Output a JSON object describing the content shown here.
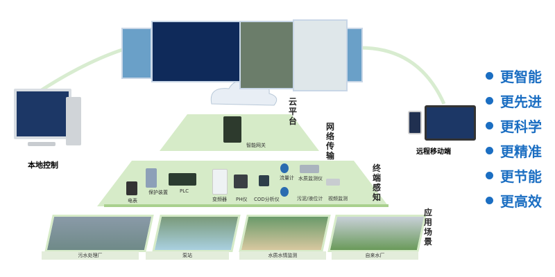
{
  "layers": {
    "cloud": "云平台",
    "network": "网络传输",
    "terminal": "终端感知",
    "application": "应用场景"
  },
  "gateway_label": "智能网关",
  "local_label": "本地控制",
  "remote_label": "远程移动端",
  "devices": [
    "电表",
    "保护装置",
    "PLC",
    "变频器",
    "PH仪",
    "COD分析仪",
    "流量计",
    "水质监测仪",
    "污泥/液位计",
    "视频监测"
  ],
  "scenes": [
    "污水处理厂",
    "泵站",
    "水质水情监测",
    "自来水厂"
  ],
  "features": [
    "更智能",
    "更先进",
    "更科学",
    "更精准",
    "更节能",
    "更高效"
  ],
  "colors": {
    "accent": "#1b6ec2",
    "layer": "#cfe6bf"
  }
}
